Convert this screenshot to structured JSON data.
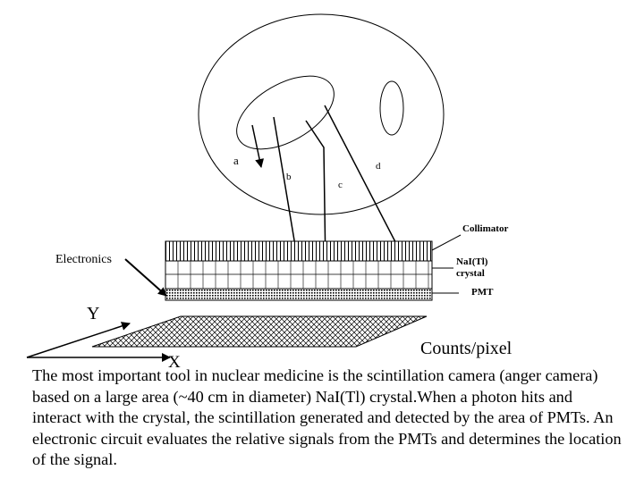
{
  "diagram": {
    "labels": {
      "a": "a",
      "b": "b",
      "c": "c",
      "d": "d",
      "collimator": "Collimator",
      "nai_crystal_line1": "NaI(Tl)",
      "nai_crystal_line2": "crystal",
      "pmt": "PMT",
      "electronics": "Electronics",
      "y_axis": "Y",
      "x_axis": "X",
      "counts_per_pixel": "Counts/pixel"
    },
    "colors": {
      "ink": "#000000",
      "background": "#ffffff"
    }
  },
  "caption": "The most important tool in nuclear medicine is the scintillation camera (anger camera) based on a large area (~40 cm in diameter) NaI(Tl) crystal.When a photon hits and interact with the crystal, the scintillation generated and detected by the area of PMTs. An electronic circuit evaluates the relative signals from the PMTs and determines the location of the signal."
}
